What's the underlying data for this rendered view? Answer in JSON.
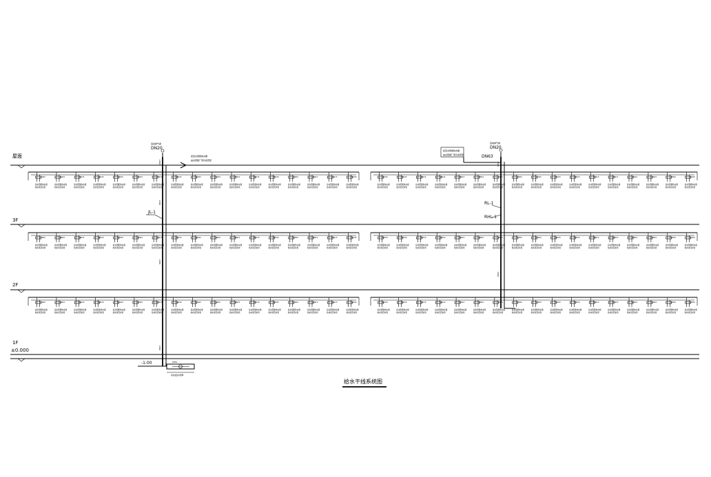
{
  "floors": {
    "roof": "屋面",
    "f3": "3F",
    "f2": "2F",
    "f1": "1F",
    "elevation": "±0.000"
  },
  "pipe_labels": {
    "jl1": "JL-1",
    "rl1": "RL-1",
    "rhl1": "RHL-1",
    "dn20_left": "DN20",
    "dn20_right": "DN20",
    "dn63": "DN63",
    "dn50": "DN50",
    "depth": "-1.00"
  },
  "notes": {
    "vent_left": "自动排气阀",
    "vent_right": "自动排气阀",
    "left_top_note_1": "接至太阳能热水器",
    "left_top_note_2": "由太阳能厂家负责安装",
    "right_top_note_1": "接至太阳能热水器",
    "right_top_note_2": "由太阳能厂家负责安装",
    "meter_box": "接市政给水管网",
    "unit_top": "DN15",
    "unit_bottom_1": "接太阳能热水器",
    "unit_bottom_2": "热水供回水管"
  },
  "diagram_title": "给水干线系统图"
}
